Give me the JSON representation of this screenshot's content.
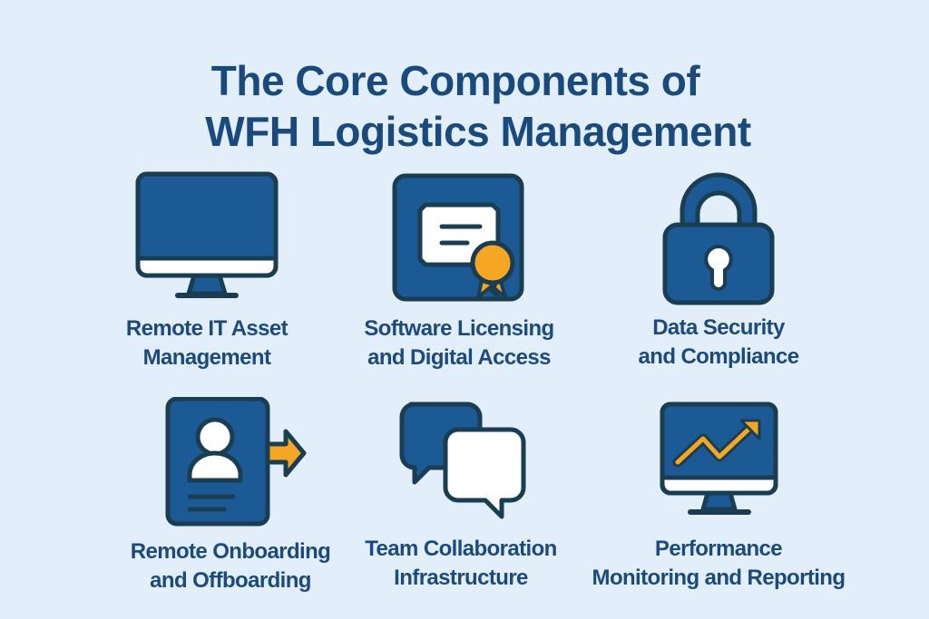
{
  "title": {
    "line1": "The Core Components of",
    "line2": "WFH Logistics Management"
  },
  "colors": {
    "background": "#e3eefb",
    "primary_blue": "#1b5a94",
    "outline": "#1a3d52",
    "accent_orange": "#f5a623",
    "text": "#1c4a7a"
  },
  "components": [
    {
      "icon": "desktop-monitor-icon",
      "line1": "Remote IT Asset",
      "line2": "Management"
    },
    {
      "icon": "certificate-license-icon",
      "line1": "Software Licensing",
      "line2": "and Digital Access"
    },
    {
      "icon": "padlock-icon",
      "line1": "Data Security",
      "line2": "and Compliance"
    },
    {
      "icon": "user-profile-arrow-icon",
      "line1": "Remote Onboarding",
      "line2": "and Offboarding"
    },
    {
      "icon": "chat-bubbles-icon",
      "line1": "Team Collaboration",
      "line2": "Infrastructure"
    },
    {
      "icon": "monitor-chart-icon",
      "line1": "Performance",
      "line2": "Monitoring and Reporting"
    }
  ]
}
